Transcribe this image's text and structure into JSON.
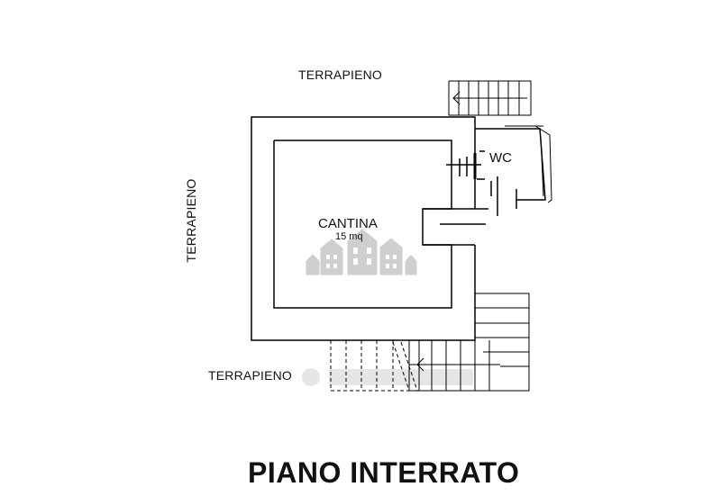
{
  "labels": {
    "terrapieno_top": "TERRAPIENO",
    "terrapieno_left": "TERRAPIENO",
    "terrapieno_bottom": "TERRAPIENO",
    "wc": "WC",
    "cantina": "CANTINA",
    "cantina_area": "15 mq",
    "title": "PIANO INTERRATO"
  },
  "colors": {
    "line": "#000000",
    "watermark": "#c8c8c8"
  }
}
